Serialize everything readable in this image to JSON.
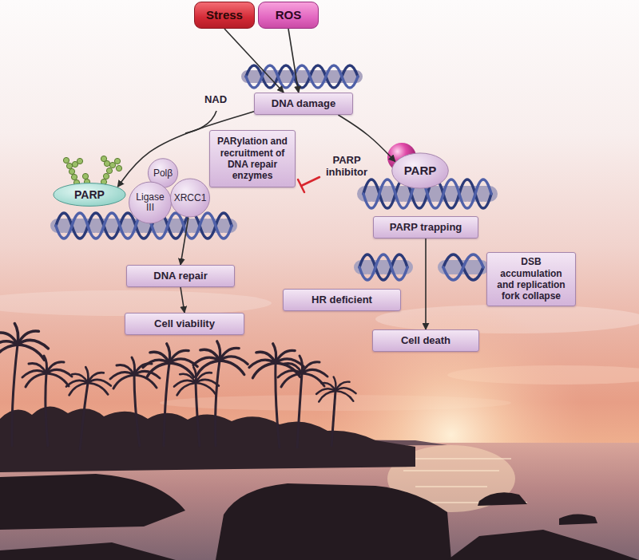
{
  "diagram": {
    "nodes": [
      {
        "text": [
          "Stress"
        ]
      },
      {
        "text": [
          "ROS"
        ]
      },
      {
        "text": [
          "DNA damage"
        ]
      },
      {
        "text": [
          "PARylation and recruitment of DNA repair enzymes"
        ]
      },
      {
        "text": [
          "PARP"
        ]
      },
      {
        "text": [
          "Polβ"
        ]
      },
      {
        "text": [
          "PARP"
        ]
      },
      {
        "text": [
          "Ligase III"
        ]
      },
      {
        "text": [
          "XRCC1"
        ]
      },
      {
        "text": [
          "PARP trapping"
        ]
      },
      {
        "text": [
          "DSB accumulation and replication fork collapse"
        ]
      },
      {
        "text": [
          "DNA repair"
        ]
      },
      {
        "text": [
          "HR deficient"
        ]
      },
      {
        "text": [
          "Cell viability"
        ]
      },
      {
        "text": [
          "Cell death"
        ]
      }
    ],
    "edges": [
      {
        "from": 0,
        "to": 2,
        "arrow": "to"
      },
      {
        "from": 1,
        "to": 2,
        "arrow": "to"
      },
      {
        "from": 2,
        "to": 6,
        "arrow": "to"
      },
      {
        "from": 2,
        "to": 4,
        "arrow": "to"
      },
      {
        "from": 8,
        "to": 11,
        "arrow": "to"
      },
      {
        "from": 11,
        "to": 13,
        "arrow": "to"
      },
      {
        "from": 9,
        "to": 14,
        "arrow": "to"
      }
    ],
    "labels": [
      "NAD",
      "PARP inhibitor"
    ]
  }
}
